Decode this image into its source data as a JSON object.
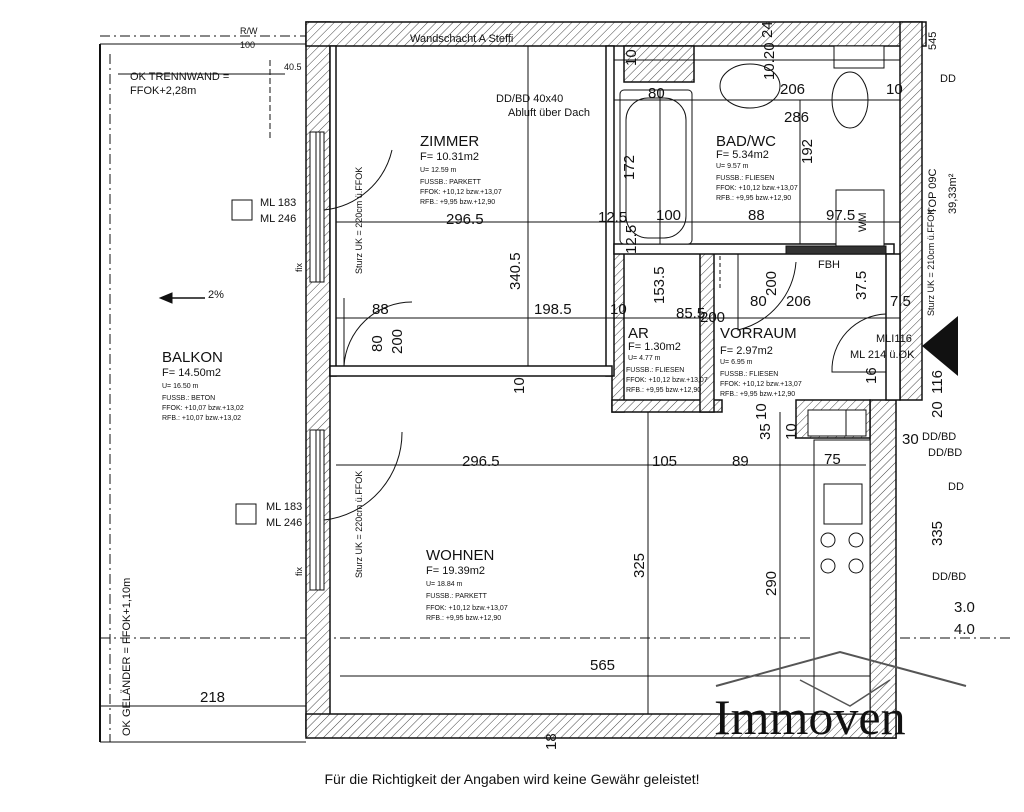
{
  "header": {
    "trennwand_label": "OK TRENNWAND =",
    "trennwand_value": "FFOK+2,28m",
    "ref_top": "R/W",
    "ref_100": "100",
    "ref_405": "40.5",
    "wand_label": "Wandschacht A Steffi",
    "abluft_size": "DD/BD 40x40",
    "abluft_text": "Abluft über Dach",
    "top_label": "TOP 09C",
    "top_area": "39,33m²"
  },
  "rooms": {
    "zimmer": {
      "name": "ZIMMER",
      "area": "F=  10.31m2",
      "u": "U=      12.59 m",
      "floor": "FUSSB.: PARKETT",
      "ffok": "FFOK:    +10,12 bzw.+13,07",
      "rfb": "RFB.:     +9,95 bzw.+12,90"
    },
    "bad": {
      "name": "BAD/WC",
      "area": "F=   5.34m2",
      "u": "U=      9.57 m",
      "floor": "FUSSB.: FLIESEN",
      "ffok": "FFOK:    +10,12 bzw.+13,07",
      "rfb": "RFB.:     +9,95 bzw.+12,90"
    },
    "ar": {
      "name": "AR",
      "area": "F=   1.30m2",
      "u": "U=    4.77 m",
      "floor": "FUSSB.: FLIESEN",
      "ffok": "FFOK:  +10,12 bzw.+13,07",
      "rfb": "RFB.:   +9,95 bzw.+12,90"
    },
    "vorraum": {
      "name": "VORRAUM",
      "area": "F=   2.97m2",
      "u": "U=     6.95 m",
      "floor": "FUSSB.: FLIESEN",
      "ffok": "FFOK:  +10,12 bzw.+13,07",
      "rfb": "RFB.:   +9,95 bzw.+12,90"
    },
    "balkon": {
      "name": "BALKON",
      "area": "F=  14.50m2",
      "u": "U=    16.50 m",
      "floor": "FUSSB.: BETON",
      "ffok": "FFOK:  +10,07 bzw.+13,02",
      "rfb": "RFB.:   +10,07 bzw.+13,02"
    },
    "wohnen": {
      "name": "WOHNEN",
      "area": "F=  19.39m2",
      "u": "U=      18.84 m",
      "floor": "FUSSB.: PARKETT",
      "ffok": "FFOK:   +10,12 bzw.+13,07",
      "rfb": "RFB.:    +9,95 bzw.+12,90"
    }
  },
  "windows": {
    "w1_ml183": "ML 183",
    "w1_ml246": "ML 246",
    "w2_ml183": "ML 183",
    "w2_ml246": "ML 246",
    "sturz_zimmer": "Sturz UK = 220cm ü.FFOK",
    "sturz_wohnen": "Sturz UK = 220cm ü.FFOK",
    "sturz_entry": "Sturz UK = 210cm ü.FFOK",
    "entry_ml116": "MLI116",
    "entry_ml214": "ML 214 ü.OK",
    "fix1": "fix",
    "fix2": "fix"
  },
  "dims": {
    "d296_top": "296.5",
    "d125": "12.5",
    "d100": "100",
    "d88_bad": "88",
    "d975": "97.5",
    "d340": "340.5",
    "d1985": "198.5",
    "d10a": "10",
    "d1535": "153.5",
    "d855": "85.5",
    "d80_bath": "80",
    "d206_top": "206",
    "d286": "286",
    "d172": "172",
    "d192": "192",
    "d10_20": "10.20",
    "d24": "24",
    "d10_top": "10",
    "d10_bath": "10",
    "d88_door": "88",
    "d80_door": "80",
    "d200_door": "200",
    "d10b": "10",
    "d80_vr": "80",
    "d200_vr": "200",
    "d206_vr": "206",
    "d375": "37.5",
    "d75b": "7.5",
    "d200_ar": "200",
    "d35": "35",
    "d10c": "10",
    "d125b": "12.5",
    "d296_bot": "296.5",
    "d105": "105",
    "d89": "89",
    "d75": "75",
    "d325": "325",
    "d290": "290",
    "d565": "565",
    "d218": "218",
    "d335": "335",
    "d116": "116",
    "d20": "20",
    "d30": "30",
    "d16": "16",
    "d18": "18",
    "d2": "2%",
    "d545": "545",
    "dd_right": "DD",
    "ddbd1": "DD/BD",
    "ddbd2": "DD/BD",
    "ddbd3": "DD/BD",
    "dd_r2": "DD",
    "d30r": "3.0",
    "d40r": "4.0",
    "fbh": "FBH",
    "wm": "WM",
    "d10_35": "10"
  },
  "balkon": {
    "gelaender": "OK GELÄNDER = FFOK+1,10m"
  },
  "logo": {
    "text": "Immoven"
  },
  "footer": {
    "disclaimer": "Für die Richtigkeit der Angaben wird keine Gewähr geleistet!"
  }
}
